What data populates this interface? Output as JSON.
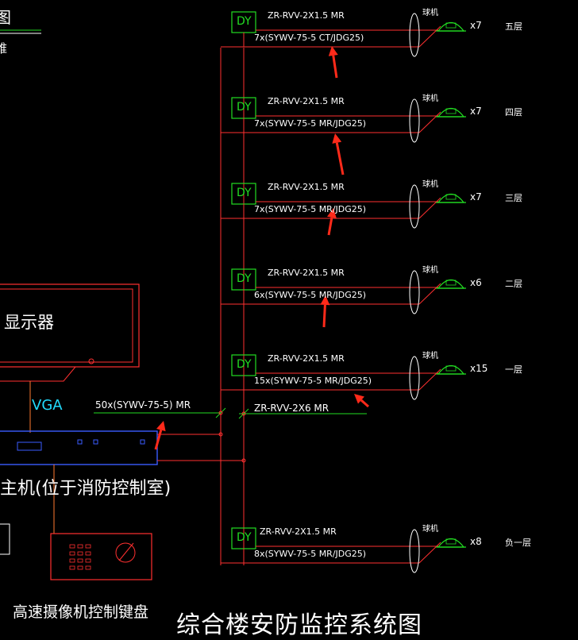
{
  "title": "综合楼安防监控系统图",
  "top_left_fragments": [
    "图",
    "维"
  ],
  "monitor_label": "显示器",
  "vga_label": "VGA",
  "host_label": "主机(位于消防控制室)",
  "keyboard_label": "高速摄像机控制键盘",
  "main_cable_label": "50x(SYWV-75-5) MR",
  "control_cable_label": "ZR-RVV-2X6  MR",
  "dy_label": "DY",
  "power_cable_label": "ZR-RVV-2X1.5  MR",
  "dome_label": "球机",
  "floors": [
    {
      "name": "五层",
      "count": "x7",
      "cable": "7x(SYWV-75-5  CT/JDG25)"
    },
    {
      "name": "四层",
      "count": "x7",
      "cable": "7x(SYWV-75-5  MR/JDG25)"
    },
    {
      "name": "三层",
      "count": "x7",
      "cable": "7x(SYWV-75-5  MR/JDG25)"
    },
    {
      "name": "二层",
      "count": "x6",
      "cable": "6x(SYWV-75-5  MR/JDG25)"
    },
    {
      "name": "一层",
      "count": "x15",
      "cable": "15x(SYWV-75-5  MR/JDG25)"
    },
    {
      "name": "负一层",
      "count": "x8",
      "cable": "8x(SYWV-75-5  MR/JDG25)"
    }
  ],
  "colors": {
    "background": "#000000",
    "wire_red": "#ff3030",
    "green": "#22dd22",
    "white": "#ffffff",
    "blue": "#3a5cff",
    "cyan": "#22ddff",
    "orange": "#ff7a30",
    "arrow": "#ff2a1a"
  }
}
